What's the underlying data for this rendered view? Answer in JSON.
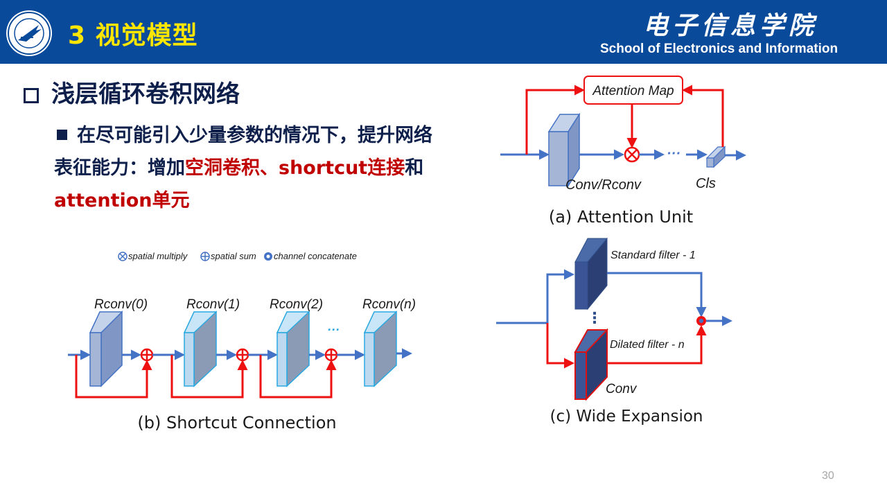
{
  "header": {
    "slide_title": "3 视觉模型",
    "school_cn": "电子信息学院",
    "school_en": "School of Electronics and Information"
  },
  "section": {
    "title": "浅层循环卷积网络"
  },
  "bullet": {
    "part1": "在尽可能引入少量参数的情况下，提升网络表征能力：增加",
    "hl1": "空洞卷积、shortcut连接",
    "mid": "和",
    "hl2": "attention单元"
  },
  "diagram_a": {
    "attention_map": "Attention Map",
    "conv_label": "Conv/Rconv",
    "dots": "···",
    "cls_label": "Cls",
    "caption": "(a) Attention Unit"
  },
  "diagram_b": {
    "legend_multiply": "spatial multiply",
    "legend_sum": "spatial sum",
    "legend_concat": "channel concatenate",
    "labels": [
      "Rconv(0)",
      "Rconv(1)",
      "Rconv(2)",
      "Rconv(n)"
    ],
    "dots": "···",
    "caption": "(b) Shortcut Connection"
  },
  "diagram_c": {
    "standard_label": "Standard filter - 1",
    "dots": "⋮",
    "dilated_label": "Dilated filter - n",
    "conv_label": "Conv",
    "caption": "(c) Wide Expansion"
  },
  "page_number": "30",
  "colors": {
    "header_bg": "#0a4a9a",
    "title_yellow": "#ffe600",
    "highlight_red": "#c00000",
    "arrow_blue": "#4472c4",
    "arrow_red": "#ee1111"
  }
}
